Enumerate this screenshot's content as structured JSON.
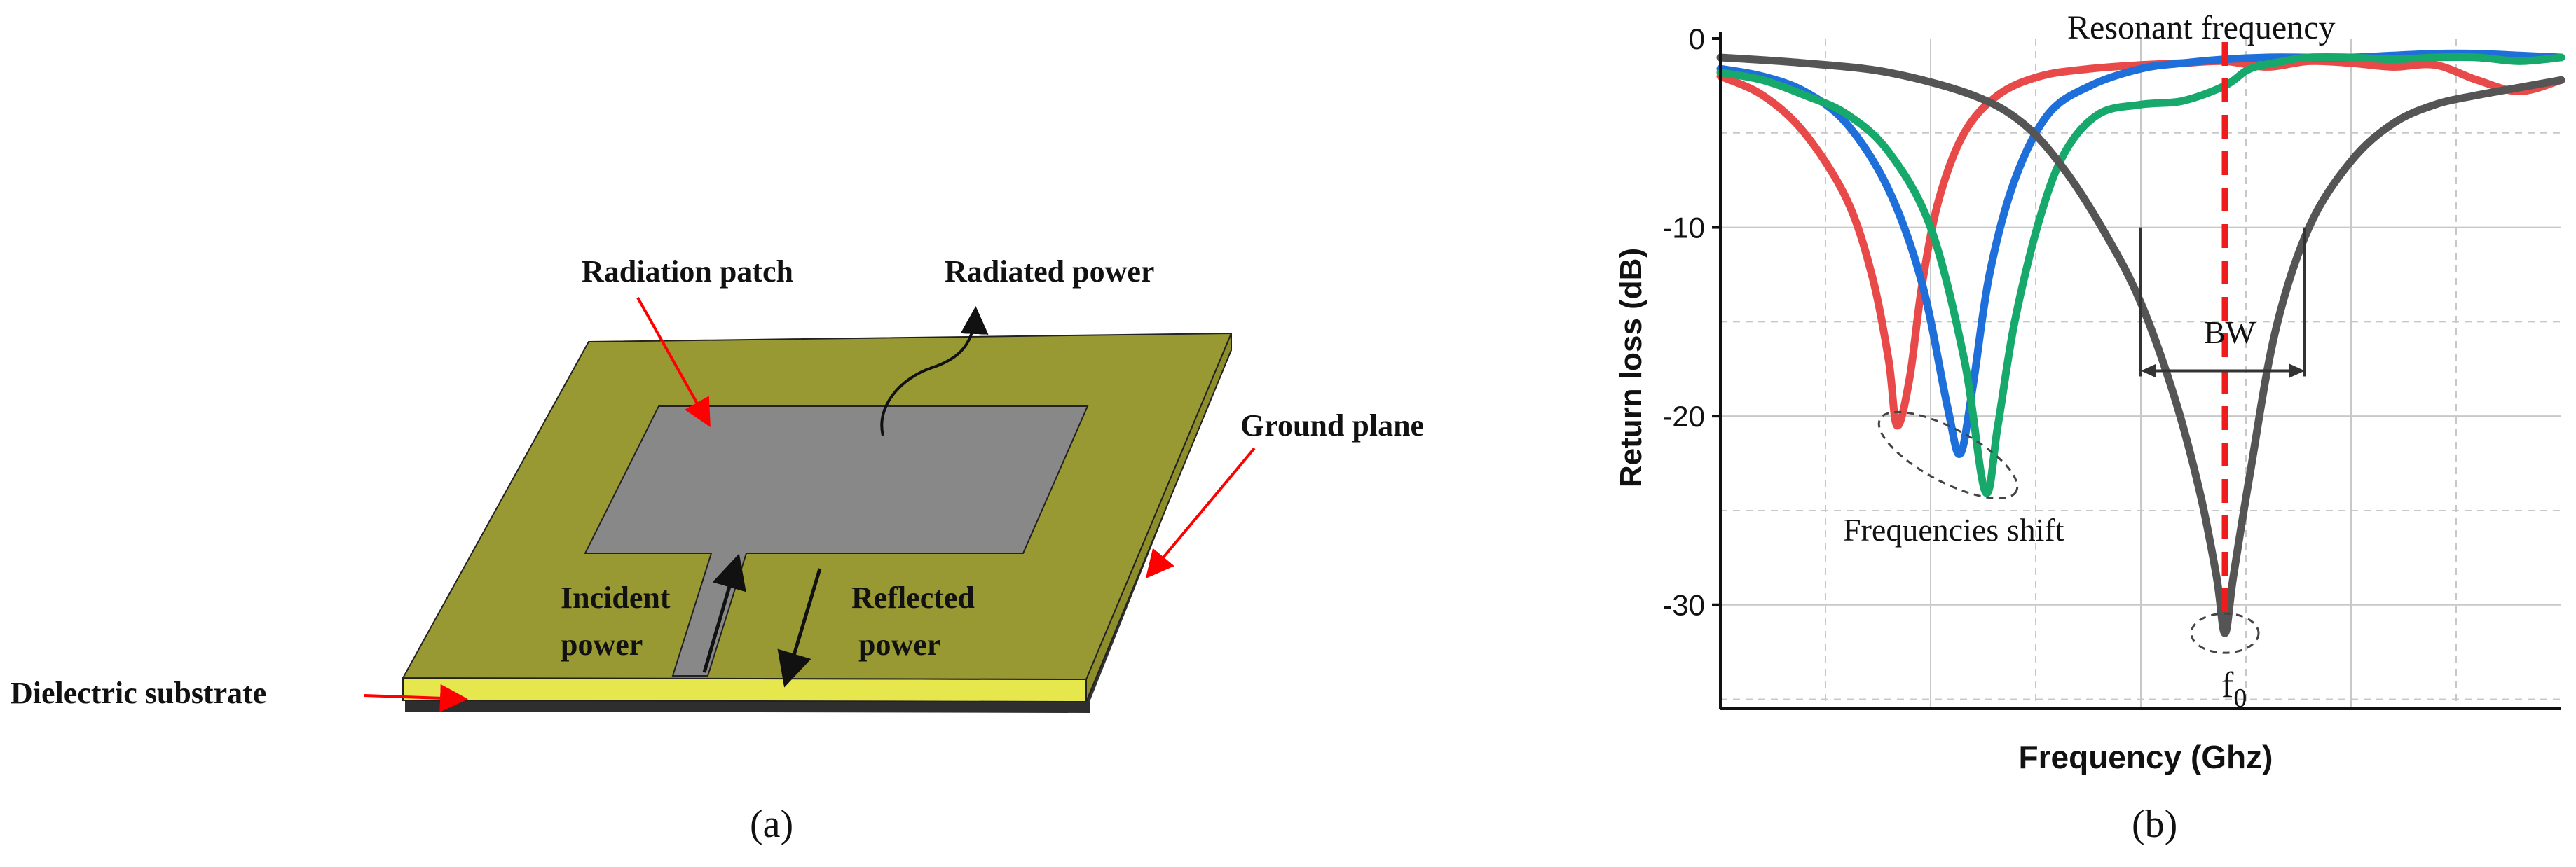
{
  "panel_a": {
    "caption": "(a)",
    "labels": {
      "radiation_patch": "Radiation patch",
      "radiated_power": "Radiated power",
      "ground_plane": "Ground plane",
      "incident_power_1": "Incident",
      "incident_power_2": "power",
      "reflected_power_1": "Reflected",
      "reflected_power_2": "power",
      "dielectric_substrate": "Dielectric substrate"
    },
    "colors": {
      "substrate_top": "#999933",
      "substrate_edge": "#e6e64d",
      "ground": "#333333",
      "patch": "#888888",
      "arrow": "#ff0000"
    }
  },
  "panel_b": {
    "caption": "(b)",
    "annotations": {
      "resonant_frequency": "Resonant frequency",
      "bw": "BW",
      "frequencies_shift": "Frequencies shift",
      "f0_main": "f",
      "f0_sub": "0"
    },
    "chart_data": {
      "type": "line",
      "xlabel": "Frequency (Ghz)",
      "ylabel": "Return loss (dB)",
      "x_tick_labels": [],
      "y_ticks": [
        0,
        -10,
        -20,
        -30
      ],
      "ylim": [
        -35.5,
        0
      ],
      "xlim": [
        0,
        10
      ],
      "grid": true,
      "legend": "none",
      "resonant_marker_x": 6.0,
      "bw_range": [
        5.0,
        6.95
      ],
      "bw_level": -17.6,
      "series": [
        {
          "color": "#e84a4a",
          "x": [
            0,
            0.5,
            1.0,
            1.5,
            1.8,
            2.0,
            2.1,
            2.25,
            2.4,
            2.6,
            2.9,
            3.3,
            3.8,
            4.4,
            5.0,
            5.5,
            6.0,
            6.5,
            7.0,
            7.5,
            8.0,
            8.5,
            9.0,
            9.5,
            10
          ],
          "values": [
            -2.0,
            -3.0,
            -5.0,
            -8.5,
            -12.5,
            -17.0,
            -20.5,
            -18.0,
            -13.0,
            -8.5,
            -5.0,
            -3.0,
            -2.0,
            -1.6,
            -1.4,
            -1.3,
            -1.2,
            -1.5,
            -1.2,
            -1.3,
            -1.5,
            -1.4,
            -2.2,
            -2.8,
            -2.2
          ]
        },
        {
          "color": "#1e6fd9",
          "x": [
            0,
            0.5,
            1.0,
            1.5,
            2.0,
            2.4,
            2.7,
            2.85,
            3.0,
            3.2,
            3.5,
            3.9,
            4.4,
            5.0,
            5.5,
            6.0,
            6.5,
            7.0,
            7.5,
            8.0,
            8.5,
            9.0,
            9.5,
            10
          ],
          "values": [
            -1.6,
            -2.0,
            -2.8,
            -4.5,
            -8.0,
            -13.0,
            -19.5,
            -22.0,
            -18.5,
            -12.5,
            -7.5,
            -4.0,
            -2.5,
            -1.6,
            -1.3,
            -1.1,
            -1.0,
            -1.0,
            -1.0,
            -0.9,
            -0.8,
            -0.8,
            -0.9,
            -1.0
          ]
        },
        {
          "color": "#17a86b",
          "x": [
            0,
            0.5,
            1.0,
            1.5,
            2.0,
            2.5,
            2.9,
            3.15,
            3.3,
            3.5,
            3.8,
            4.1,
            4.5,
            5.0,
            5.5,
            6.0,
            6.3,
            6.7,
            7.0,
            7.5,
            8.0,
            8.5,
            9.0,
            9.5,
            10
          ],
          "values": [
            -1.8,
            -2.2,
            -3.0,
            -4.0,
            -6.0,
            -10.0,
            -17.0,
            -24.0,
            -20.5,
            -15.0,
            -9.5,
            -6.0,
            -4.0,
            -3.5,
            -3.3,
            -2.5,
            -1.6,
            -1.2,
            -1.0,
            -1.0,
            -1.1,
            -1.0,
            -1.0,
            -1.2,
            -1.0
          ]
        },
        {
          "color": "#555555",
          "x": [
            0,
            1.0,
            2.0,
            3.0,
            3.6,
            4.1,
            4.6,
            5.0,
            5.4,
            5.7,
            5.9,
            6.0,
            6.1,
            6.3,
            6.6,
            7.0,
            7.5,
            8.0,
            8.5,
            9.0,
            9.5,
            10
          ],
          "values": [
            -1.0,
            -1.3,
            -1.8,
            -3.0,
            -4.5,
            -7.0,
            -10.5,
            -14.0,
            -19.0,
            -24.0,
            -28.5,
            -31.5,
            -28.5,
            -23.0,
            -15.5,
            -10.0,
            -6.5,
            -4.5,
            -3.5,
            -3.0,
            -2.6,
            -2.2
          ]
        }
      ]
    }
  }
}
